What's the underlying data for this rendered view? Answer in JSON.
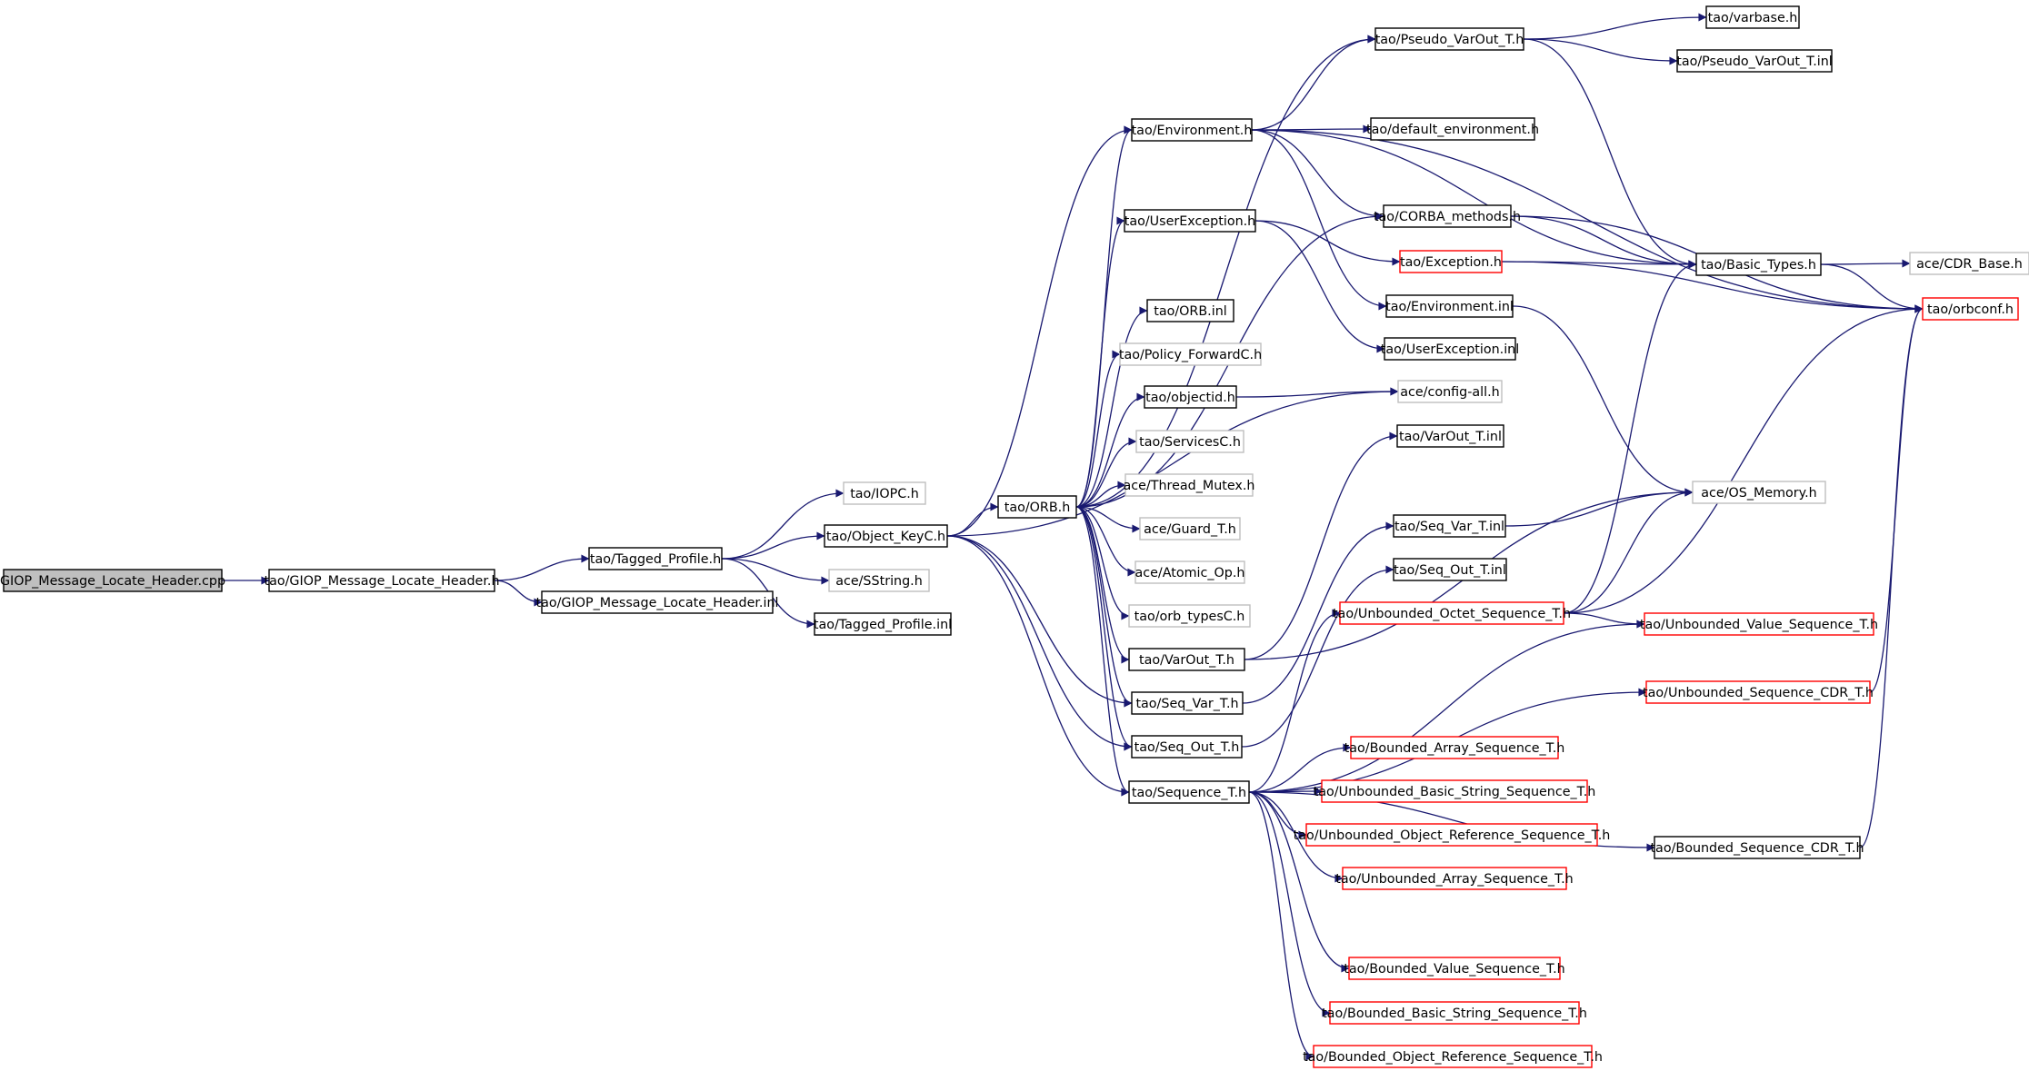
{
  "colors": {
    "edge": "#191970",
    "normal_border": "#000000",
    "missing_border": "#bfbfbf",
    "incomplete_border": "#ff0000",
    "root_fill": "#bfbfbf"
  },
  "nodes": {
    "root": "GIOP_Message_Locate_Header.cpp",
    "giop_h": "tao/GIOP_Message_Locate_Header.h",
    "giop_inl": "tao/GIOP_Message_Locate_Header.inl",
    "tagged_h": "tao/Tagged_Profile.h",
    "iopc": "tao/IOPC.h",
    "objkey": "tao/Object_KeyC.h",
    "sstring": "ace/SString.h",
    "tagged_inl": "tao/Tagged_Profile.inl",
    "orb_h": "tao/ORB.h",
    "env_h": "tao/Environment.h",
    "userexc_h": "tao/UserException.h",
    "orb_inl": "tao/ORB.inl",
    "policyfwd": "tao/Policy_ForwardC.h",
    "objectid": "tao/objectid.h",
    "servicesc": "tao/ServicesC.h",
    "threadmutex": "ace/Thread_Mutex.h",
    "guard": "ace/Guard_T.h",
    "atomic": "ace/Atomic_Op.h",
    "orbtypes": "tao/orb_typesC.h",
    "varout_h": "tao/VarOut_T.h",
    "seqvar_h": "tao/Seq_Var_T.h",
    "seqout_h": "tao/Seq_Out_T.h",
    "seq_h": "tao/Sequence_T.h",
    "pseudo_h": "tao/Pseudo_VarOut_T.h",
    "defenv": "tao/default_environment.h",
    "corba": "tao/CORBA_methods.h",
    "exception": "tao/Exception.h",
    "env_inl": "tao/Environment.inl",
    "userexc_inl": "tao/UserException.inl",
    "configall": "ace/config-all.h",
    "varout_inl": "tao/VarOut_T.inl",
    "seqvar_inl": "tao/Seq_Var_T.inl",
    "seqout_inl": "tao/Seq_Out_T.inl",
    "uoctet": "tao/Unbounded_Octet_Sequence_T.h",
    "barray": "tao/Bounded_Array_Sequence_T.h",
    "ubasicstr": "tao/Unbounded_Basic_String_Sequence_T.h",
    "uobjref": "tao/Unbounded_Object_Reference_Sequence_T.h",
    "uarray": "tao/Unbounded_Array_Sequence_T.h",
    "bvalue": "tao/Bounded_Value_Sequence_T.h",
    "bbasicstr": "tao/Bounded_Basic_String_Sequence_T.h",
    "bobjref": "tao/Bounded_Object_Reference_Sequence_T.h",
    "varbase": "tao/varbase.h",
    "pseudo_inl": "tao/Pseudo_VarOut_T.inl",
    "basictypes": "tao/Basic_Types.h",
    "osmemory": "ace/OS_Memory.h",
    "uvalue": "tao/Unbounded_Value_Sequence_T.h",
    "useqcdr": "tao/Unbounded_Sequence_CDR_T.h",
    "bseqcdr": "tao/Bounded_Sequence_CDR_T.h",
    "cdrbase": "ace/CDR_Base.h",
    "orbconf": "tao/orbconf.h"
  }
}
